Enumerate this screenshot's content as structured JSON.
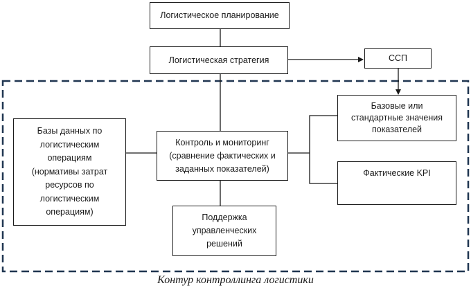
{
  "nodes": {
    "planning": "Логистическое планирование",
    "strategy": "Логистическая стратегия",
    "ssp": "ССП",
    "baseline_values": "Базовые или\nстандартные значения\nпоказателей",
    "actual_kpi": "Фактические KPI",
    "databases": "Базы данных по\nлогистическим\nоперациям\n(нормативы затрат\nресурсов по\nлогистическим\nоперациям)",
    "control": "Контроль и мониторинг\n(сравнение фактических и\nзаданных показателей)",
    "decision_support": "Поддержка\nуправленческих\nрешений"
  },
  "contour_caption": "Контур контроллинга логистики"
}
